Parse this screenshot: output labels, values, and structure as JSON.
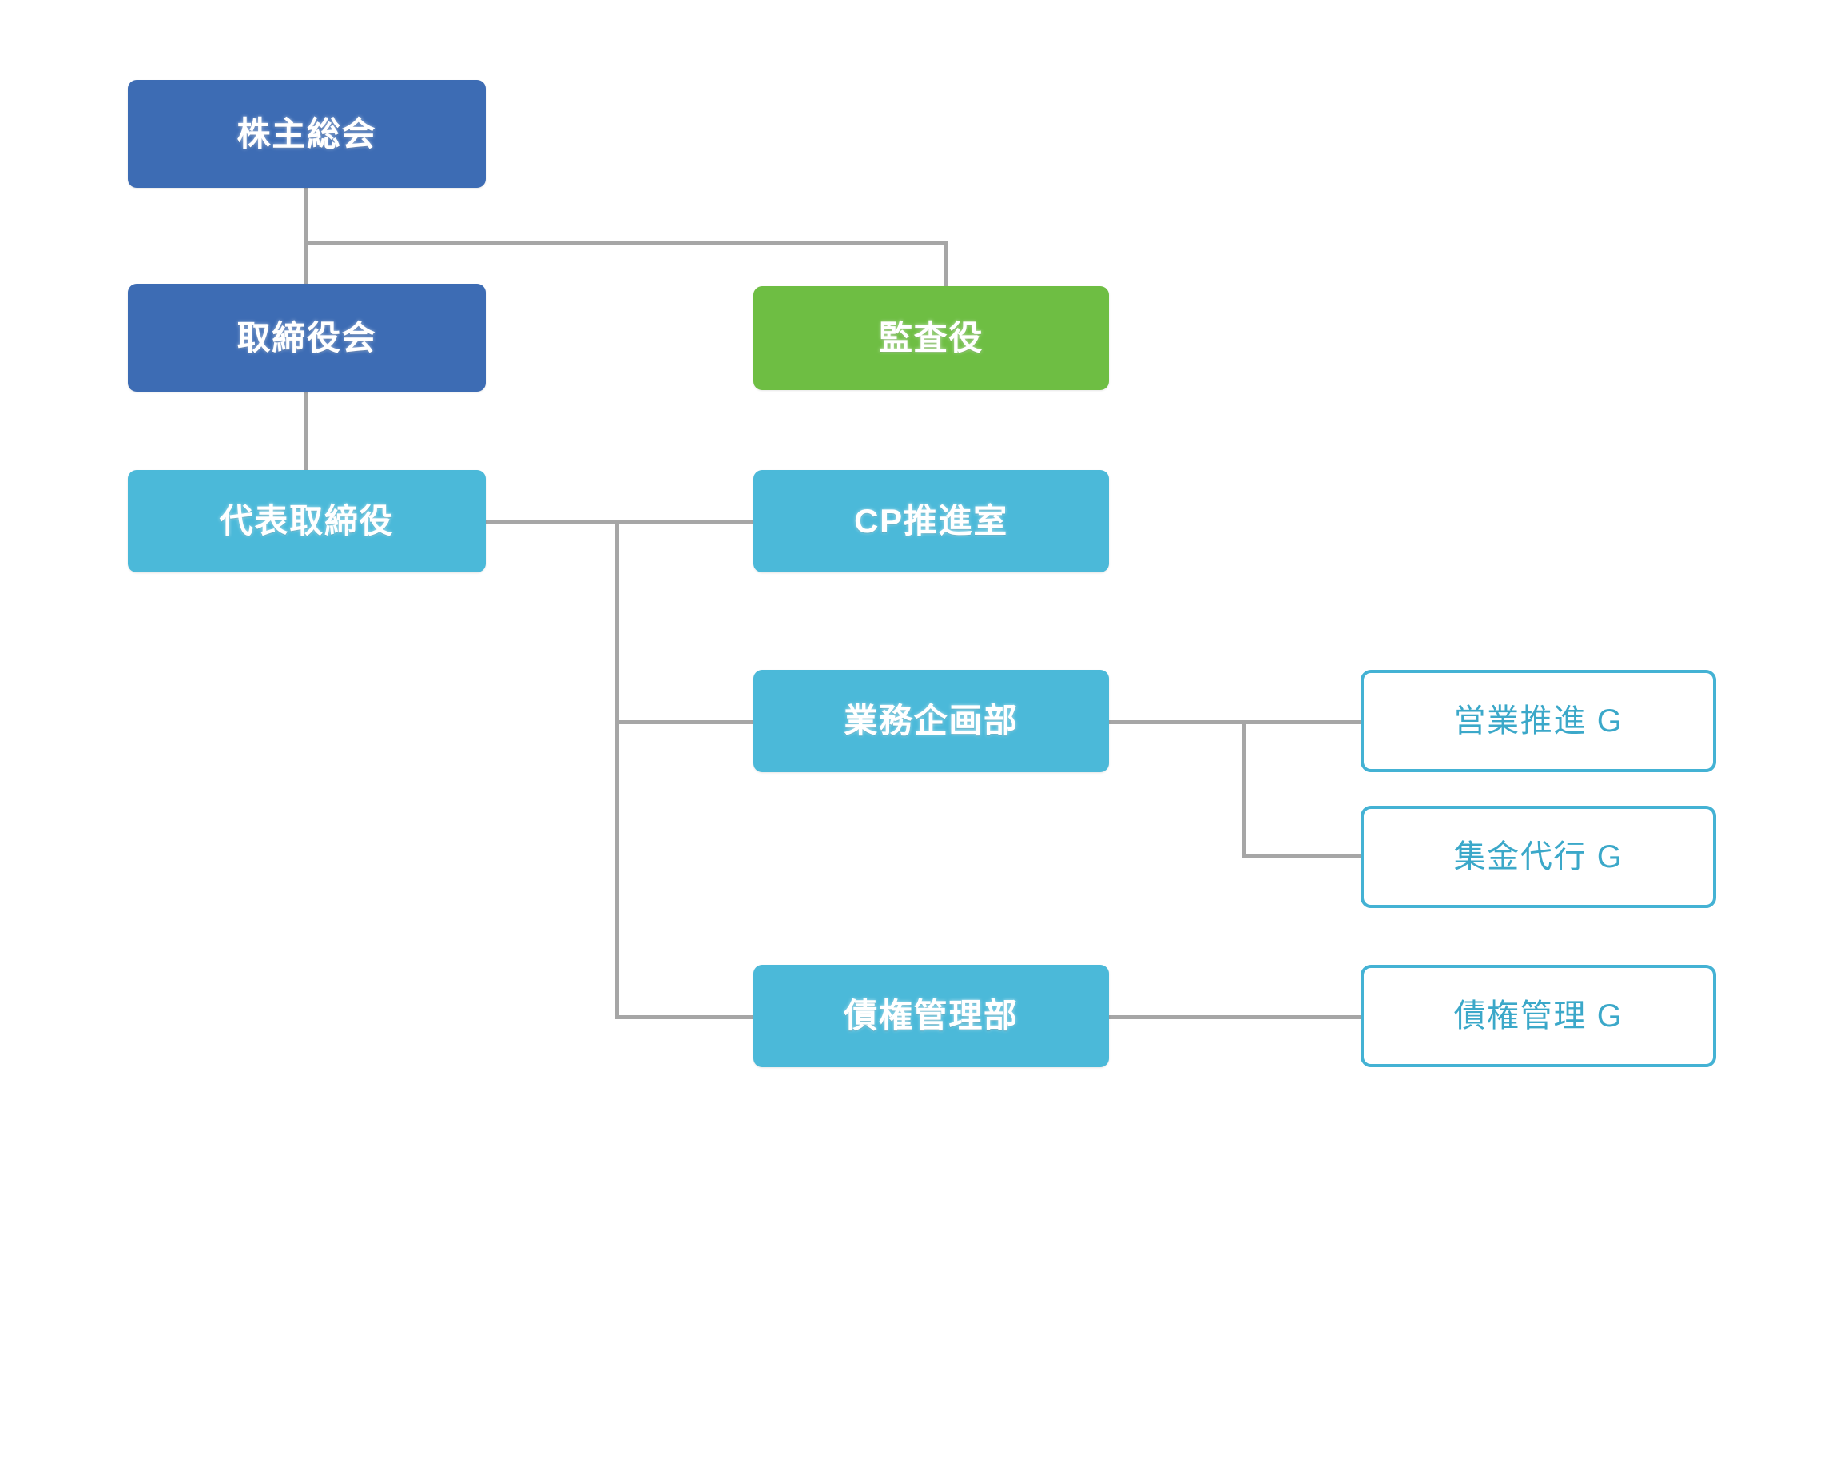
{
  "chart": {
    "type": "org-chart",
    "title": "",
    "background_color": "#ffffff",
    "connector_color": "#a6a6a6",
    "palette": {
      "navy": "#3d6cb4",
      "green": "#6ebe43",
      "cyan": "#4bb9d9",
      "outline_border": "#44b2d4",
      "outline_text": "#3ba8c9",
      "filled_text": "#ffffff"
    },
    "nodes": [
      {
        "id": "shareholders_meeting",
        "label": "株主総会",
        "style": "filled-navy",
        "level": 0
      },
      {
        "id": "board_of_directors",
        "label": "取締役会",
        "style": "filled-navy",
        "level": 1
      },
      {
        "id": "auditor",
        "label": "監査役",
        "style": "filled-green",
        "level": 1
      },
      {
        "id": "representative_dir",
        "label": "代表取締役",
        "style": "filled-cyan",
        "level": 2
      },
      {
        "id": "cp_promotion_office",
        "label": "CP推進室",
        "style": "filled-cyan",
        "level": 3
      },
      {
        "id": "business_planning",
        "label": "業務企画部",
        "style": "filled-cyan",
        "level": 3
      },
      {
        "id": "credit_management",
        "label": "債権管理部",
        "style": "filled-cyan",
        "level": 3
      },
      {
        "id": "sales_promotion_g",
        "label": "営業推進 G",
        "style": "outlined-cyan",
        "level": 4
      },
      {
        "id": "collection_agency_g",
        "label": "集金代行 G",
        "style": "outlined-cyan",
        "level": 4
      },
      {
        "id": "credit_management_g",
        "label": "債権管理 G",
        "style": "outlined-cyan",
        "level": 4
      }
    ],
    "edges": [
      {
        "from": "shareholders_meeting",
        "to": "board_of_directors"
      },
      {
        "from": "shareholders_meeting",
        "to": "auditor"
      },
      {
        "from": "board_of_directors",
        "to": "representative_dir"
      },
      {
        "from": "representative_dir",
        "to": "cp_promotion_office"
      },
      {
        "from": "representative_dir",
        "to": "business_planning"
      },
      {
        "from": "representative_dir",
        "to": "credit_management"
      },
      {
        "from": "business_planning",
        "to": "sales_promotion_g"
      },
      {
        "from": "business_planning",
        "to": "collection_agency_g"
      },
      {
        "from": "credit_management",
        "to": "credit_management_g"
      }
    ]
  }
}
